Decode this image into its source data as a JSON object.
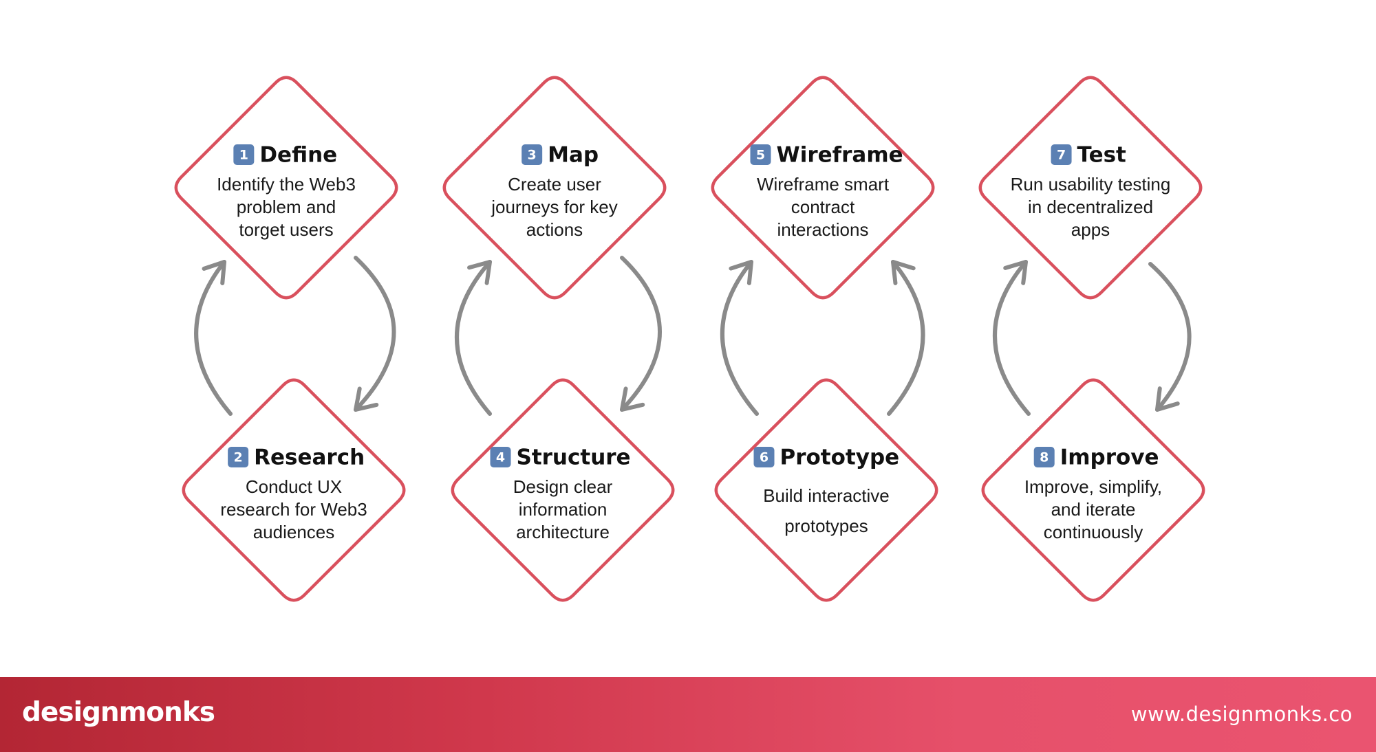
{
  "steps": [
    {
      "badge": "1",
      "title": "Define",
      "lines": [
        "Identify the Web3",
        "problem and",
        "torget users"
      ]
    },
    {
      "badge": "2",
      "title": "Research",
      "lines": [
        "Conduct UX",
        "research for Web3",
        "audiences"
      ]
    },
    {
      "badge": "3",
      "title": "Map",
      "lines": [
        "Create user",
        "journeys for key",
        "actions"
      ]
    },
    {
      "badge": "4",
      "title": "Structure",
      "lines": [
        "Design clear",
        "information",
        "architecture"
      ]
    },
    {
      "badge": "5",
      "title": "Wireframe",
      "lines": [
        "Wireframe smart",
        "contract",
        "interactions"
      ]
    },
    {
      "badge": "6",
      "title": "Prototype",
      "lines": [
        "Build interactive",
        "prototypes"
      ]
    },
    {
      "badge": "7",
      "title": "Test",
      "lines": [
        "Run usability testing",
        "in decentralized",
        "apps"
      ]
    },
    {
      "badge": "8",
      "title": "Improve",
      "lines": [
        "Improve, simplify,",
        "and iterate",
        "continuously"
      ]
    }
  ],
  "colors": {
    "node_border": "#d9505d",
    "badge_fill": "#5b80b3",
    "arrow": "#8a8a8a",
    "footer_start": "#b32634",
    "footer_end": "#ea5470"
  },
  "footer": {
    "logo": "designmonks",
    "url": "www.designmonks.co"
  }
}
